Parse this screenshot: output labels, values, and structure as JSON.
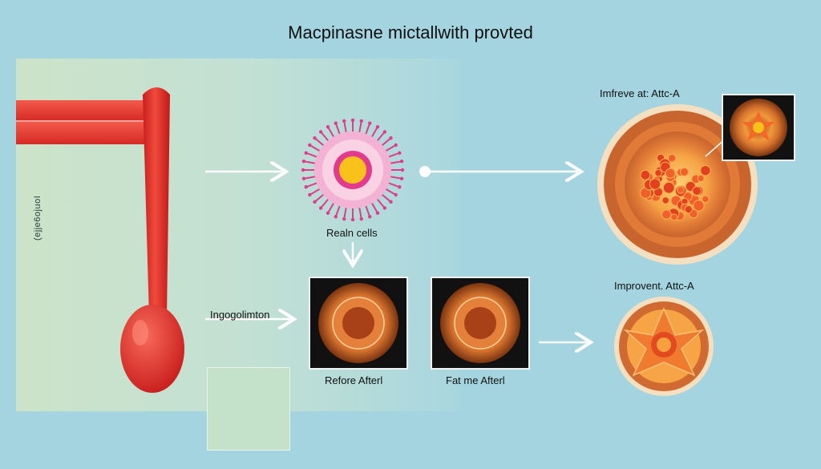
{
  "title": "Macpinasne mictallwith provted",
  "side_label": "(ejje6ojuoI",
  "labels": {
    "realn_cells": "Realn cells",
    "ingo": "Ingogolimton",
    "before_after": "Refore Afterl",
    "fat_after": "Fat me Afterl",
    "improve_top": "Imfreve at: Attc-A",
    "improve_bottom": "Improvent. Attc-A"
  },
  "colors": {
    "background": "#a4d4df",
    "vessel_red": "#e8302c",
    "cell_pink": "#e23a8c",
    "cell_core": "#f8c21a",
    "tumor_orange": "#e4803a",
    "arrow_white": "#ffffff"
  }
}
